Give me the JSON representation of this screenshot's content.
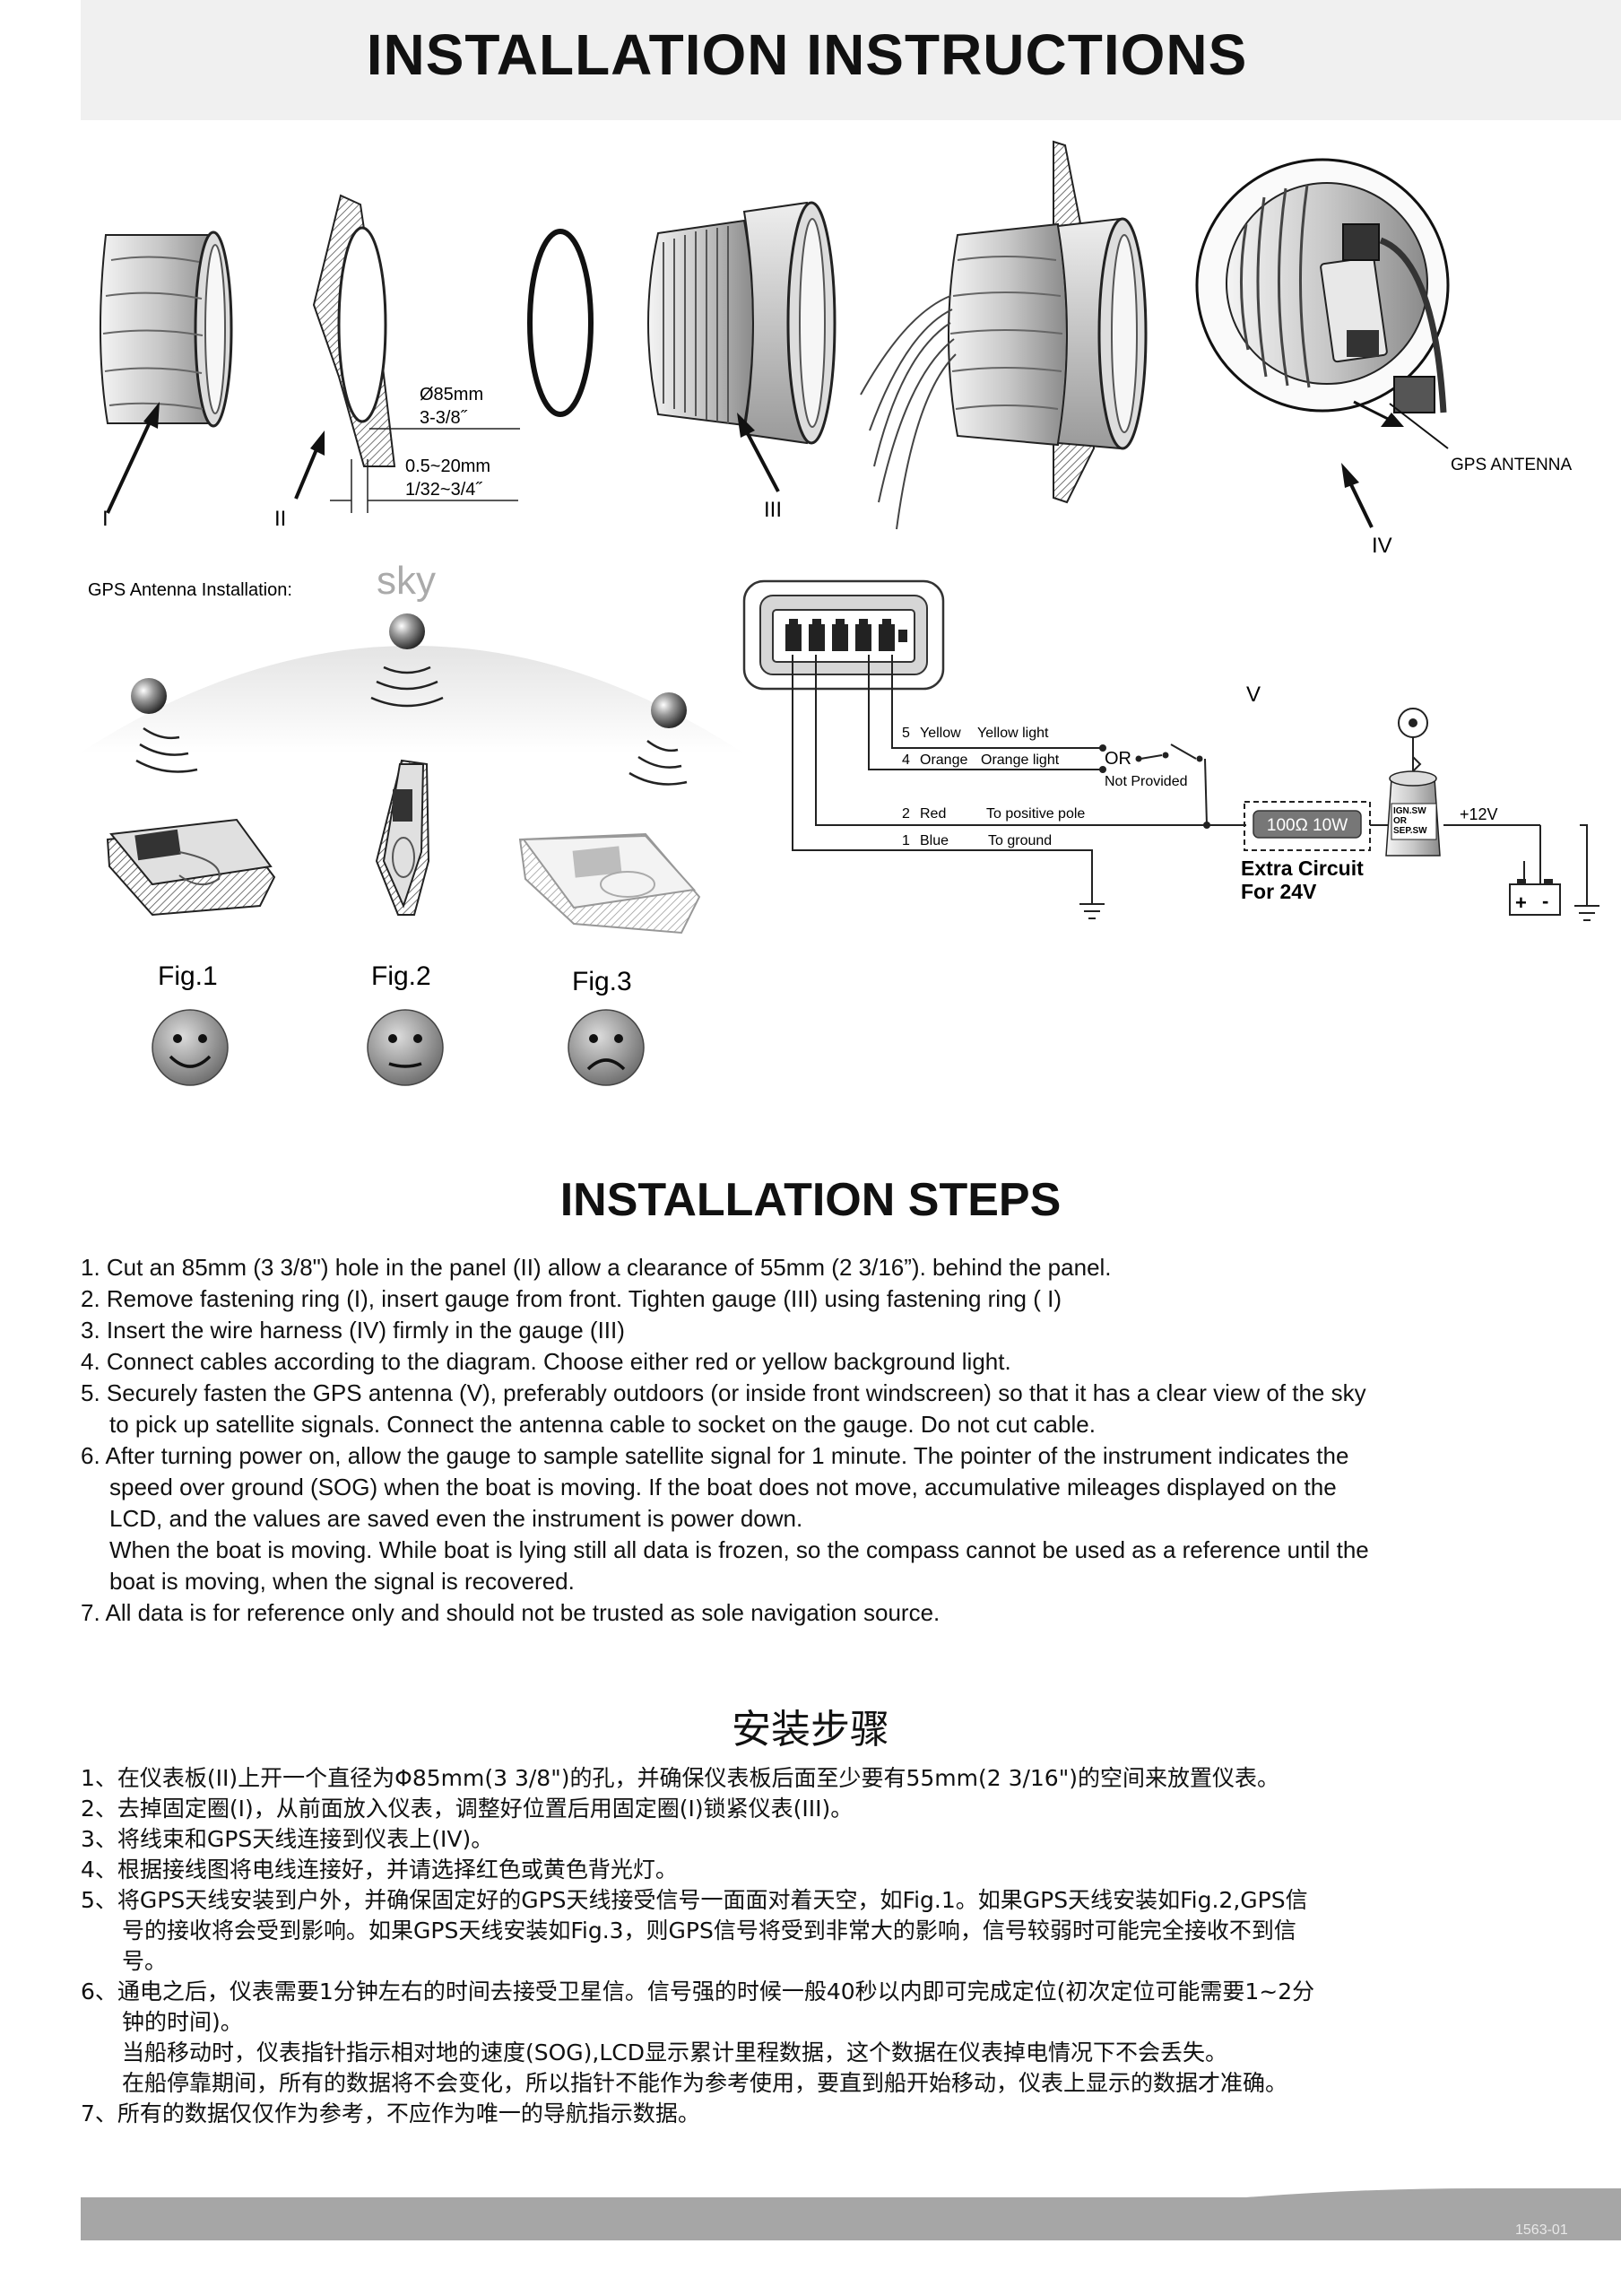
{
  "header": {
    "title": "INSTALLATION INSTRUCTIONS"
  },
  "diagram": {
    "parts": {
      "I": "I",
      "II": "II",
      "III": "III",
      "IV": "IV",
      "V": "V"
    },
    "dimensions": {
      "diameter_mm": "Ø85mm",
      "diameter_in": "3-3/8˝",
      "thickness_mm": "0.5~20mm",
      "thickness_in": "1/32~3/4˝"
    },
    "gps_antenna_label": "GPS ANTENNA",
    "gps_install_label": "GPS  Antenna Installation:",
    "sky_label": "sky",
    "figures": [
      {
        "label": "Fig.1",
        "mood": "happy"
      },
      {
        "label": "Fig.2",
        "mood": "neutral"
      },
      {
        "label": "Fig.3",
        "mood": "sad"
      }
    ],
    "wiring": {
      "wires": [
        {
          "pin": "5",
          "color": "Yellow",
          "function": "Yellow light"
        },
        {
          "pin": "4",
          "color": "Orange",
          "function": "Orange light"
        },
        {
          "pin": "2",
          "color": "Red",
          "function": "To positive pole"
        },
        {
          "pin": "1",
          "color": "Blue",
          "function": "To ground"
        }
      ],
      "or_label": "OR",
      "not_provided": "Not Provided",
      "resistor": "100Ω 10W",
      "extra_circuit_1": "Extra Circuit",
      "extra_circuit_2": "For 24V",
      "switch_1": "IGN.SW",
      "switch_2": "OR",
      "switch_3": "SEP.SW",
      "plus12v": "+12V"
    }
  },
  "steps_en": {
    "title": "INSTALLATION STEPS",
    "items": [
      "1. Cut an 85mm (3 3/8\") hole in the panel (II) allow a clearance of 55mm (2 3/16”). behind the panel.",
      "2. Remove fastening ring (I), insert gauge from front. Tighten gauge (III) using fastening ring ( I)",
      "3. Insert the wire harness (IV) firmly in the gauge (III)",
      "4. Connect cables according to the diagram. Choose either red or yellow background light.",
      "5. Securely fasten the GPS antenna (V), preferably outdoors (or inside front windscreen) so that it has a clear view of the sky",
      "to pick up satellite signals. Connect the antenna cable to socket on the gauge. Do not cut cable.",
      "6. After turning power on, allow the gauge to sample satellite signal for 1 minute. The pointer of the instrument indicates the",
      "speed over ground (SOG) when the boat is moving. If the boat does not move, accumulative mileages displayed on the",
      "LCD, and the values are saved even the instrument is power down.",
      "When the boat is moving. While boat is lying still all data is frozen, so the compass cannot be used as a reference until the",
      "boat is moving, when the signal is recovered.",
      "7. All data is for reference only and should not be trusted as sole navigation source."
    ]
  },
  "steps_zh": {
    "title": "安装步骤",
    "items": [
      "1、在仪表板(II)上开一个直径为Φ85mm(3  3/8\")的孔，并确保仪表板后面至少要有55mm(2  3/16\")的空间来放置仪表。",
      "2、去掉固定圈(I)，从前面放入仪表，调整好位置后用固定圈(I)锁紧仪表(III)。",
      "3、将线束和GPS天线连接到仪表上(IV)。",
      "4、根据接线图将电线连接好，并请选择红色或黄色背光灯。",
      "5、将GPS天线安装到户外，并确保固定好的GPS天线接受信号一面面对着天空，如Fig.1。如果GPS天线安装如Fig.2,GPS信",
      "号的接收将会受到影响。如果GPS天线安装如Fig.3，则GPS信号将受到非常大的影响，信号较弱时可能完全接收不到信",
      "号。",
      "6、通电之后，仪表需要1分钟左右的时间去接受卫星信。信号强的时候一般40秒以内即可完成定位(初次定位可能需要1~2分",
      "钟的时间)。",
      "当船移动时，仪表指针指示相对地的速度(SOG),LCD显示累计里程数据，这个数据在仪表掉电情况下不会丢失。",
      "在船停靠期间，所有的数据将不会变化，所以指针不能作为参考使用，要直到船开始移动，仪表上显示的数据才准确。",
      "7、所有的数据仅仅作为参考，不应作为唯一的导航指示数据。"
    ]
  },
  "footer": {
    "code": "1563-01"
  }
}
